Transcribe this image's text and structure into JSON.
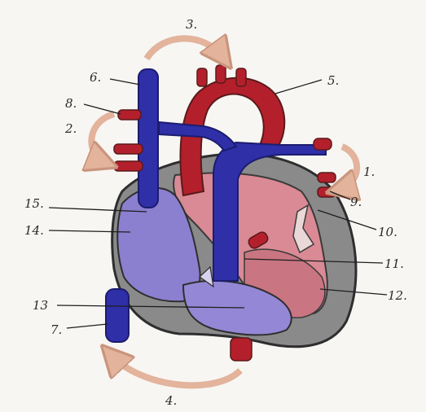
{
  "labels": [
    {
      "id": "1",
      "text": "1."
    },
    {
      "id": "2",
      "text": "2."
    },
    {
      "id": "3",
      "text": "3."
    },
    {
      "id": "4",
      "text": "4."
    },
    {
      "id": "5",
      "text": "5."
    },
    {
      "id": "6",
      "text": "6."
    },
    {
      "id": "7",
      "text": "7."
    },
    {
      "id": "8",
      "text": "8."
    },
    {
      "id": "9",
      "text": "9."
    },
    {
      "id": "10",
      "text": "10."
    },
    {
      "id": "11",
      "text": "11."
    },
    {
      "id": "12",
      "text": "12."
    },
    {
      "id": "13",
      "text": "13"
    },
    {
      "id": "14",
      "text": "14."
    },
    {
      "id": "15",
      "text": "15."
    }
  ],
  "colors": {
    "paper": "#f7f6f3",
    "vein_blue": "#2f2fa8",
    "artery_red": "#b3202c",
    "right_heart_violet": "#8b7fcf",
    "left_heart_pink": "#d98a94",
    "outline_dark": "#3a3a3a",
    "flow_arrow": "#e3b39c"
  }
}
